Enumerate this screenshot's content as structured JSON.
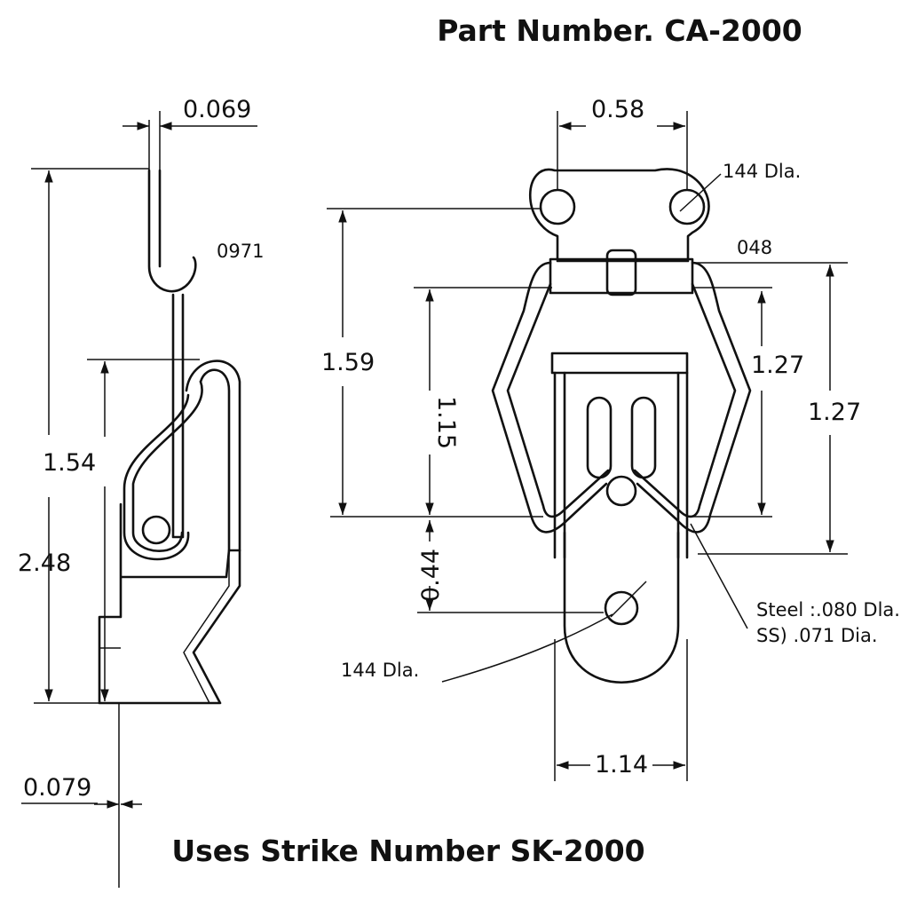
{
  "title": "Part Number. CA-2000",
  "footer": "Uses Strike Number SK-2000",
  "side_view": {
    "dim_thickness_top": "0.069",
    "dim_hook": "0971",
    "dim_height_inner": "1.54",
    "dim_height_total": "2.48",
    "dim_thickness_bottom": "0.079"
  },
  "front_view": {
    "dim_hole_spacing": "0.58",
    "dim_hole_top": "144 Dla.",
    "dim_hinge": "048",
    "dim_height_left": "1.59",
    "dim_inner_height": "1.15",
    "dim_wire_right_inner": "1.27",
    "dim_wire_right_outer": "1.27",
    "dim_lower": "0.44",
    "dim_hole_bottom": "144 Dla.",
    "dim_wire_steel": "Steel :.080 Dla.",
    "dim_wire_ss": "SS)  .071 Dia.",
    "dim_width": "1.14"
  }
}
